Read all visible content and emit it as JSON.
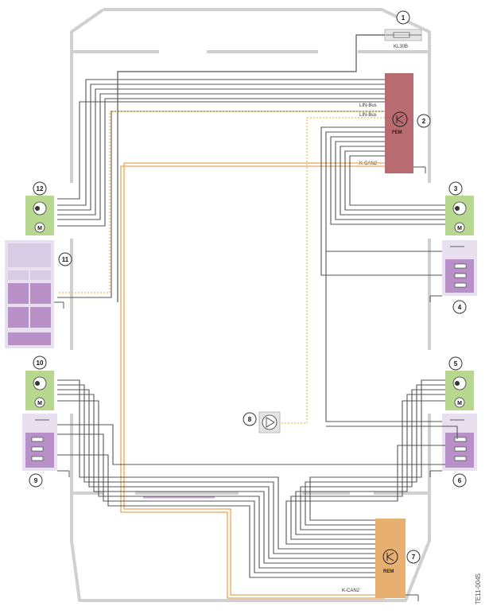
{
  "diagram": {
    "doc_id": "TE11-0045",
    "labels": {
      "fuse": "KL30B",
      "lin_bus_1": "LIN-Bus",
      "lin_bus_2": "LIN-Bus",
      "fem": "FEM",
      "rem": "REM",
      "kcan_fem": "K-CAN2",
      "kcan_rem": "K-CAN2"
    },
    "callouts": {
      "n1": "1",
      "n2": "2",
      "n3": "3",
      "n4": "4",
      "n5": "5",
      "n6": "6",
      "n7": "7",
      "n8": "8",
      "n9": "9",
      "n10": "10",
      "n11": "11",
      "n12": "12"
    },
    "motor_letter": "M",
    "colors": {
      "outline": "#d0d0d0",
      "wire": "#555555",
      "can": "#e8a85a",
      "lin": "#e8c040",
      "fem": "#b86b70",
      "rem": "#e8b070",
      "green": "#b8d890",
      "purple": "#b890c8",
      "lavender": "#e8e0ef"
    }
  }
}
